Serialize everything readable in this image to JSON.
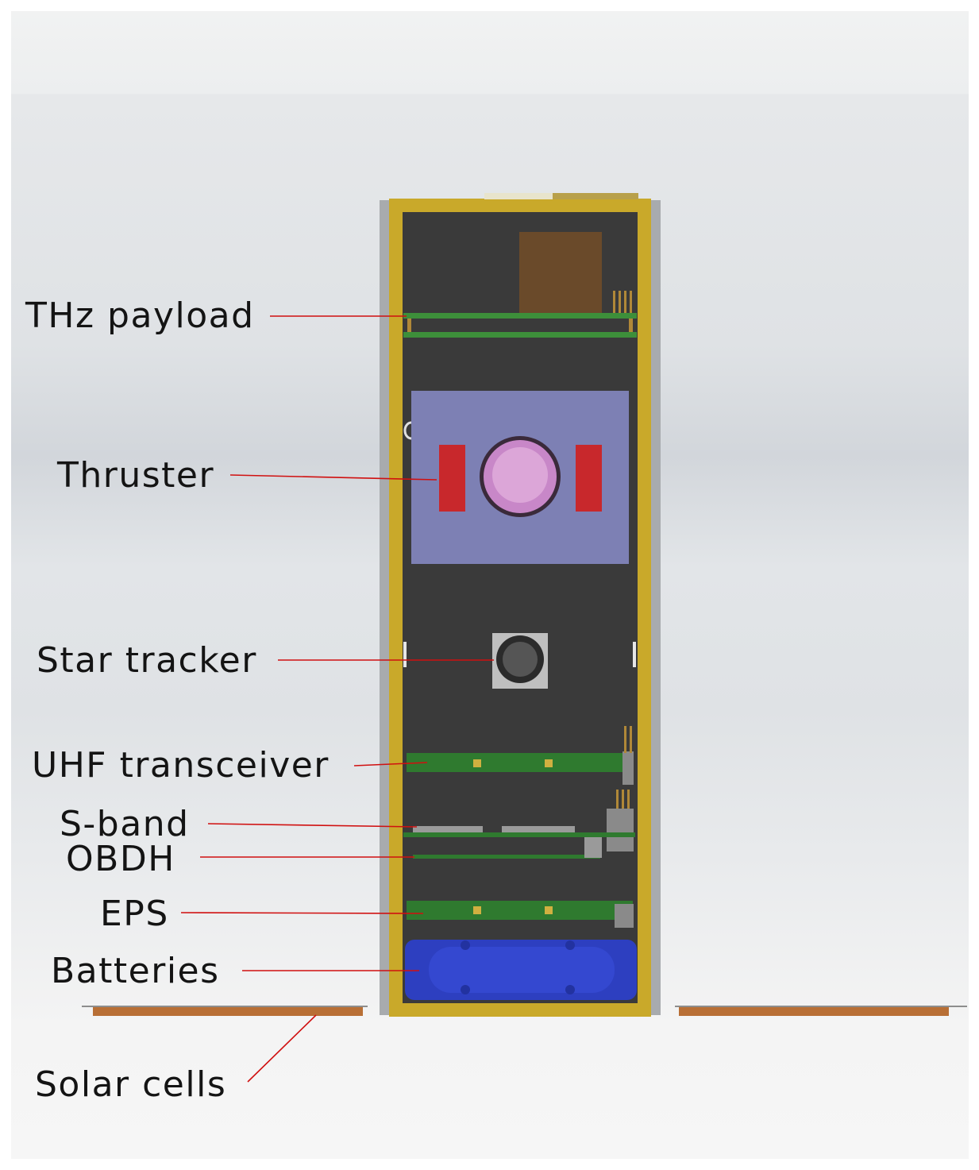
{
  "diagram": {
    "labels": {
      "thz_payload": "THz payload",
      "thruster": "Thruster",
      "star_tracker": "Star tracker",
      "uhf_transceiver": "UHF transceiver",
      "s_band": "S-band",
      "obdh": "OBDH",
      "eps": "EPS",
      "batteries": "Batteries",
      "solar_cells": "Solar cells"
    },
    "colors": {
      "frame": "#c9a92a",
      "interior": "#3a3a3a",
      "pcb": "#2f7a2f",
      "thruster_block": "#7d80b4",
      "thruster_heater": "#c8282c",
      "thruster_nozzle": "#c887c8",
      "battery": "#2d3fc0",
      "solar_cell": "#b86f35",
      "leader_line": "#d01010"
    }
  }
}
